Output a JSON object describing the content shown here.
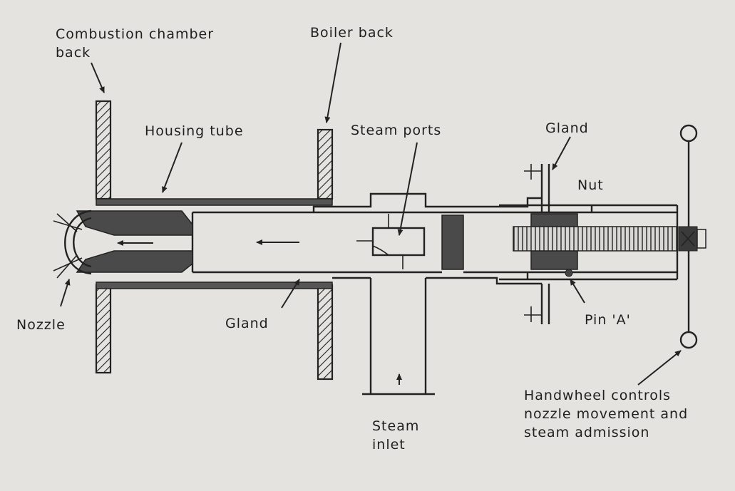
{
  "labels": {
    "combustion_chamber_back_1": "Combustion chamber",
    "combustion_chamber_back_2": "back",
    "boiler_back": "Boiler back",
    "housing_tube": "Housing tube",
    "steam_ports": "Steam ports",
    "gland_top": "Gland",
    "nut": "Nut",
    "nozzle": "Nozzle",
    "gland_bottom": "Gland",
    "pin_a": "Pin 'A'",
    "steam_inlet_1": "Steam",
    "steam_inlet_2": "inlet",
    "handwheel_1": "Handwheel controls",
    "handwheel_2": "nozzle movement and",
    "handwheel_3": "steam admission"
  }
}
